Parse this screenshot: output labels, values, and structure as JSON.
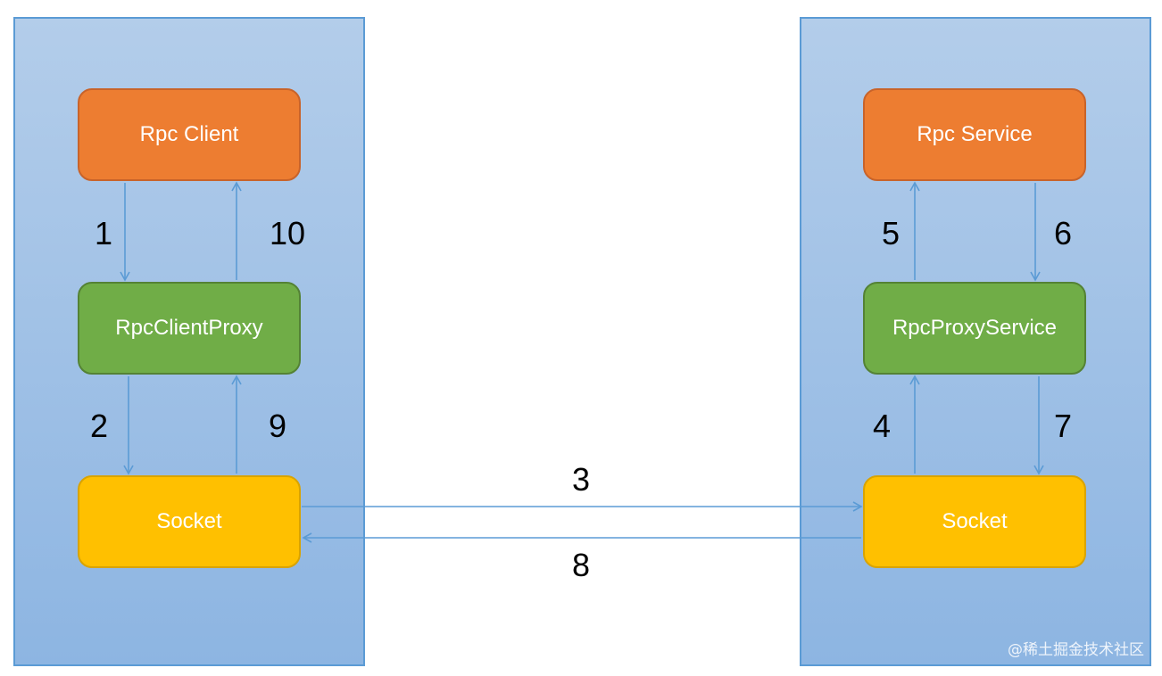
{
  "colors": {
    "panel_border": "#5b9bd5",
    "panel_fill": "#a9c6e8",
    "arrow": "#5b9bd5",
    "orange": "#ed7d31",
    "green": "#70ad47",
    "yellow": "#ffc000"
  },
  "left": {
    "top_box": "Rpc Client",
    "middle_box": "RpcClientProxy",
    "bottom_box": "Socket"
  },
  "right": {
    "top_box": "Rpc Service",
    "middle_box": "RpcProxyService",
    "bottom_box": "Socket"
  },
  "steps": {
    "s1": "1",
    "s2": "2",
    "s3": "3",
    "s4": "4",
    "s5": "5",
    "s6": "6",
    "s7": "7",
    "s8": "8",
    "s9": "9",
    "s10": "10"
  },
  "watermark": "@稀土掘金技术社区"
}
